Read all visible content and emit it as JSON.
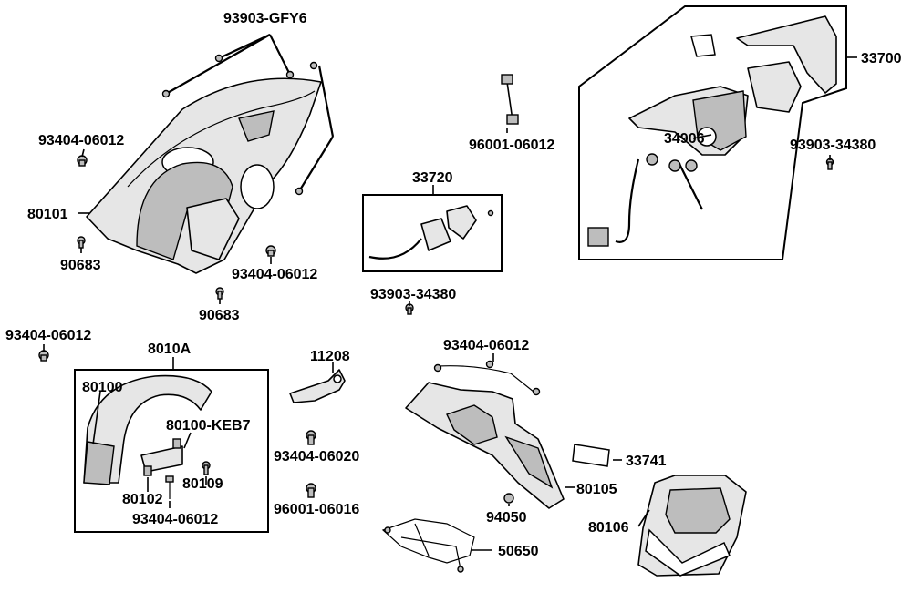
{
  "labels": {
    "gfy6": "93903-GFY6",
    "l33700": "33700",
    "l93404_a": "93404-06012",
    "l96001_06012": "96001-06012",
    "l34906": "34906",
    "l93903_34380_r": "93903-34380",
    "l33720": "33720",
    "l80101": "80101",
    "l90683_a": "90683",
    "l93404_b": "93404-06012",
    "l90683_b": "90683",
    "l93903_34380_c": "93903-34380",
    "l93404_c": "93404-06012",
    "l8010A": "8010A",
    "l11208": "11208",
    "l93404_d": "93404-06012",
    "l80100": "80100",
    "l80100_keb7": "80100-KEB7",
    "l93404_06020": "93404-06020",
    "l33741": "33741",
    "l80109": "80109",
    "l80102": "80102",
    "l80105": "80105",
    "l93404_e": "93404-06012",
    "l96001_06016": "96001-06016",
    "l94050": "94050",
    "l80106": "80106",
    "l50650": "50650"
  }
}
